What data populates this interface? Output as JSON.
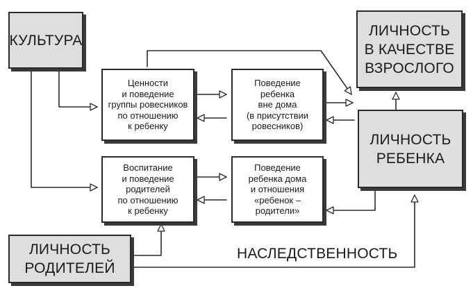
{
  "nodes": {
    "culture": "КУЛЬТУРА",
    "adult_personality": "ЛИЧНОСТЬ\nВ КАЧЕСТВЕ\nВЗРОСЛОГО",
    "peer_values": "Ценности\nи поведение\nгруппы ровесников\nпо отношению\nк ребенку",
    "behavior_outside": "Поведение\nребенка\nвне дома\n(в присутствии\nровесников)",
    "child_personality": "ЛИЧНОСТЬ\nРЕБЕНКА",
    "parent_upbringing": "Воспитание\nи поведение\nродителей\nпо отношению\nк ребенку",
    "behavior_home": "Поведение\nребенка дома\nи отношения\n«ребенок –\nродители»",
    "parent_personality": "ЛИЧНОСТЬ\nРОДИТЕЛЕЙ"
  },
  "heredity_label": "НАСЛЕДСТВЕННОСТЬ"
}
